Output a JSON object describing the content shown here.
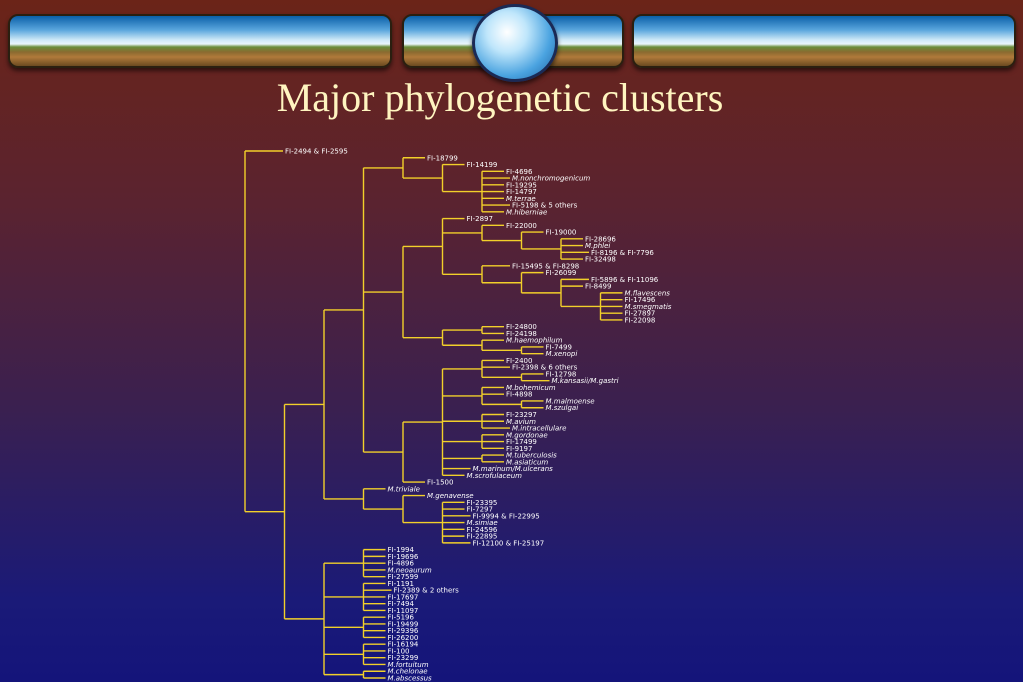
{
  "title": "Major phylogenetic clusters",
  "colors": {
    "line": "#f2d02a",
    "title": "#fff5c0"
  },
  "tree": {
    "name": "root",
    "children": [
      {
        "label": "FI-2494 & FI-2595"
      },
      {
        "children": [
          {
            "children": [
              {
                "children": [
                  {
                    "children": [
                      {
                        "label": "FI-18799"
                      },
                      {
                        "children": [
                          {
                            "label": "FI-14199"
                          },
                          {
                            "children": [
                              {
                                "label": "FI-4696"
                              },
                              {
                                "label": "M.nonchromogenicum",
                                "italic": true
                              },
                              {
                                "label": "FI-19295"
                              },
                              {
                                "label": "FI-14797"
                              },
                              {
                                "label": "M.terrae",
                                "italic": true
                              },
                              {
                                "label": "FI-5198 & 5 others"
                              },
                              {
                                "label": "M.hiberniae",
                                "italic": true
                              }
                            ]
                          }
                        ]
                      }
                    ]
                  },
                  {
                    "children": [
                      {
                        "children": [
                          {
                            "label": "FI-2897"
                          },
                          {
                            "children": [
                              {
                                "label": "FI-22000"
                              },
                              {
                                "children": [
                                  {
                                    "label": "FI-19000"
                                  },
                                  {
                                    "children": [
                                      {
                                        "label": "FI-28696"
                                      },
                                      {
                                        "label": "M.phlei",
                                        "italic": true
                                      },
                                      {
                                        "label": "FI-8196 & FI-7796"
                                      },
                                      {
                                        "label": "FI-32498"
                                      }
                                    ]
                                  }
                                ]
                              }
                            ]
                          },
                          {
                            "children": [
                              {
                                "label": "FI-15495 & FI-8298"
                              },
                              {
                                "children": [
                                  {
                                    "label": "FI-26099"
                                  },
                                  {
                                    "children": [
                                      {
                                        "label": "FI-5896 & FI-11096"
                                      },
                                      {
                                        "label": "FI-8499"
                                      },
                                      {
                                        "children": [
                                          {
                                            "label": "M.flavescens",
                                            "italic": true
                                          },
                                          {
                                            "label": "FI-17496"
                                          },
                                          {
                                            "label": "M.smegmatis",
                                            "italic": true
                                          },
                                          {
                                            "label": "FI-27897"
                                          },
                                          {
                                            "label": "FI-22098"
                                          }
                                        ]
                                      }
                                    ]
                                  }
                                ]
                              }
                            ]
                          }
                        ]
                      },
                      {
                        "children": [
                          {
                            "children": [
                              {
                                "label": "FI-24800"
                              },
                              {
                                "label": "FI-24198"
                              }
                            ]
                          },
                          {
                            "children": [
                              {
                                "label": "M.haemophilum",
                                "italic": true
                              },
                              {
                                "children": [
                                  {
                                    "label": "FI-7499"
                                  },
                                  {
                                    "label": "M.xenopi",
                                    "italic": true
                                  }
                                ]
                              }
                            ]
                          }
                        ]
                      }
                    ]
                  },
                  {
                    "children": [
                      {
                        "children": [
                          {
                            "children": [
                              {
                                "label": "FI-2400"
                              },
                              {
                                "label": "FI-2398 & 6 others"
                              },
                              {
                                "children": [
                                  {
                                    "label": "FI-12798"
                                  },
                                  {
                                    "label": "M.kansasii/M.gastri",
                                    "italic": true
                                  }
                                ]
                              }
                            ]
                          },
                          {
                            "children": [
                              {
                                "label": "M.bohemicum",
                                "italic": true
                              },
                              {
                                "label": "FI-4898"
                              },
                              {
                                "children": [
                                  {
                                    "label": "M.malmoense",
                                    "italic": true
                                  },
                                  {
                                    "label": "M.szulgai",
                                    "italic": true
                                  }
                                ]
                              }
                            ]
                          },
                          {
                            "children": [
                              {
                                "label": "FI-23297"
                              },
                              {
                                "label": "M.avium",
                                "italic": true
                              },
                              {
                                "label": "M.intracellulare",
                                "italic": true
                              }
                            ]
                          },
                          {
                            "children": [
                              {
                                "label": "M.gordonae",
                                "italic": true
                              },
                              {
                                "label": "FI-17499"
                              },
                              {
                                "label": "FI-9197"
                              }
                            ]
                          },
                          {
                            "children": [
                              {
                                "label": "M.tuberculosis",
                                "italic": true
                              },
                              {
                                "label": "M.asiaticum",
                                "italic": true
                              }
                            ]
                          },
                          {
                            "label": "M.marinum/M.ulcerans",
                            "italic": true
                          },
                          {
                            "label": "M.scrofulaceum",
                            "italic": true
                          }
                        ]
                      },
                      {
                        "label": "FI-1500"
                      }
                    ]
                  }
                ]
              },
              {
                "children": [
                  {
                    "label": "M.triviale",
                    "italic": true
                  },
                  {
                    "children": [
                      {
                        "label": "M.genavense",
                        "italic": true
                      },
                      {
                        "children": [
                          {
                            "label": "FI-23395"
                          },
                          {
                            "label": "FI-7297"
                          },
                          {
                            "label": "FI-9994 & FI-22995"
                          },
                          {
                            "label": "M.simiae",
                            "italic": true
                          },
                          {
                            "label": "FI-24596"
                          },
                          {
                            "label": "FI-22895"
                          },
                          {
                            "label": "FI-12100 & FI-25197"
                          }
                        ]
                      }
                    ]
                  }
                ]
              }
            ]
          },
          {
            "children": [
              {
                "children": [
                  {
                    "label": "FI-1994"
                  },
                  {
                    "label": "FI-19696"
                  },
                  {
                    "label": "FI-4896"
                  },
                  {
                    "label": "M.neoaurum",
                    "italic": true
                  },
                  {
                    "label": "FI-27599"
                  }
                ]
              },
              {
                "children": [
                  {
                    "label": "FI-1191"
                  },
                  {
                    "label": "FI-2389 & 2 others"
                  },
                  {
                    "label": "FI-17697"
                  },
                  {
                    "label": "FI-7494"
                  },
                  {
                    "label": "FI-11097"
                  }
                ]
              },
              {
                "children": [
                  {
                    "label": "FI-5196"
                  },
                  {
                    "label": "FI-19499"
                  },
                  {
                    "label": "FI-29396"
                  },
                  {
                    "label": "FI-26200"
                  }
                ]
              },
              {
                "children": [
                  {
                    "label": "FI-16194"
                  },
                  {
                    "label": "FI-100"
                  },
                  {
                    "label": "FI-23299"
                  },
                  {
                    "label": "M.fortuitum",
                    "italic": true
                  }
                ]
              },
              {
                "children": [
                  {
                    "label": "M.chelonae",
                    "italic": true
                  },
                  {
                    "label": "M.abscessus",
                    "italic": true
                  }
                ]
              }
            ]
          }
        ]
      }
    ]
  }
}
